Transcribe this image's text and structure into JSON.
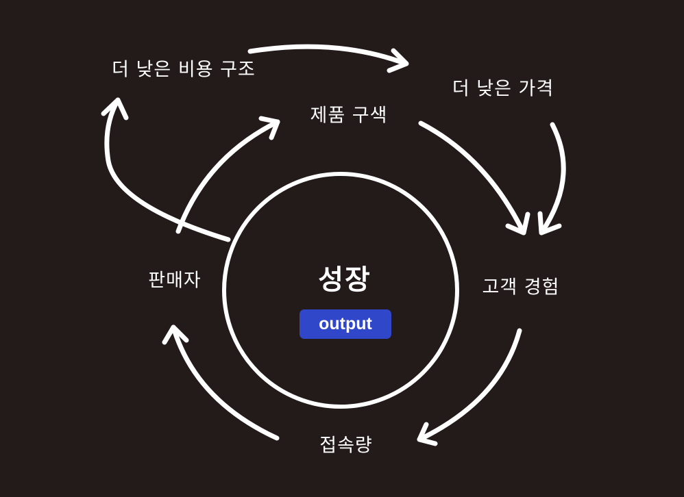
{
  "center": {
    "title": "성장",
    "badge": "output"
  },
  "nodes": {
    "lower_cost": "더 낮은 비용 구조",
    "lower_price": "더 낮은 가격",
    "selection": "제품 구색",
    "experience": "고객 경험",
    "traffic": "접속량",
    "sellers": "판매자"
  },
  "colors": {
    "background": "#231a1a",
    "stroke": "#ffffff",
    "badge": "#3047c9"
  }
}
